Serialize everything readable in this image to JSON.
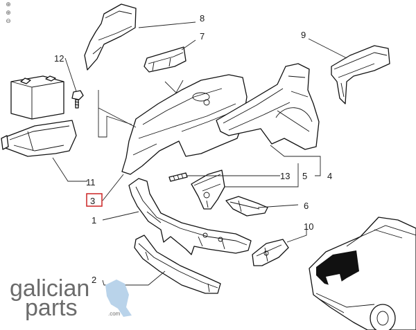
{
  "viewer": {
    "zoom_controls": [
      {
        "name": "zoom-fit-icon",
        "glyph": "⊕"
      },
      {
        "name": "zoom-in-icon",
        "glyph": "⊕"
      },
      {
        "name": "zoom-out-icon",
        "glyph": "⊖"
      }
    ]
  },
  "callouts": {
    "c1": "1",
    "c2": "2",
    "c3": "3",
    "c4": "4",
    "c5": "5",
    "c6": "6",
    "c7": "7",
    "c8": "8",
    "c9": "9",
    "c10": "10",
    "c11": "11",
    "c12": "12",
    "c13": "13"
  },
  "logo": {
    "line1": "galician",
    "line2": "parts",
    "suffix": ".com"
  },
  "colors": {
    "highlight_box": "#cc2222",
    "logo_grey": "#6b6b6b",
    "logo_blue": "#b9d3ea"
  }
}
